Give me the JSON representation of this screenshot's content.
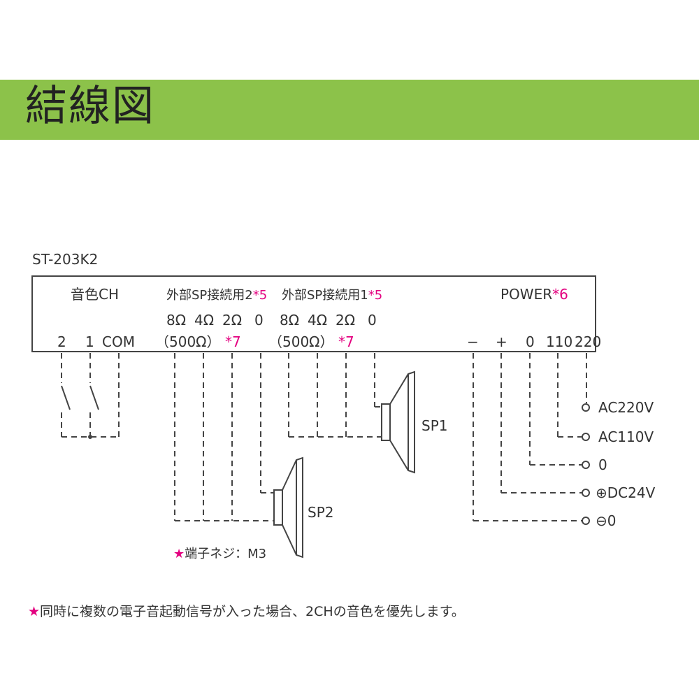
{
  "title": "結線図",
  "model": "ST-203K2",
  "header": {
    "tone_ch": "音色CH",
    "ext_sp2": "外部SP接続用2",
    "ext_sp1": "外部SP接続用1",
    "ref5": "*5",
    "power": "POWER",
    "ref6": "*6",
    "ref7": "*7",
    "ohm500": "（500Ω）"
  },
  "terminals": {
    "tone": [
      "2",
      "1",
      "COM"
    ],
    "sp2": [
      "8Ω",
      "4Ω",
      "2Ω",
      "0"
    ],
    "sp1": [
      "8Ω",
      "4Ω",
      "2Ω",
      "0"
    ],
    "power": [
      "−",
      "+",
      "0",
      "110",
      "220"
    ]
  },
  "speakers": [
    "SP1",
    "SP2"
  ],
  "power_outputs": [
    "AC220V",
    "AC110V",
    "0",
    "⊕DC24V",
    "⊖0"
  ],
  "notes": {
    "star": "★",
    "screw": "端子ネジ：M3",
    "footnote": "同時に複数の電子音起動信号が入った場合、2CHの音色を優先します。"
  },
  "colors": {
    "banner": "#8cc24a",
    "accent": "#e3007f",
    "line": "#444444"
  }
}
